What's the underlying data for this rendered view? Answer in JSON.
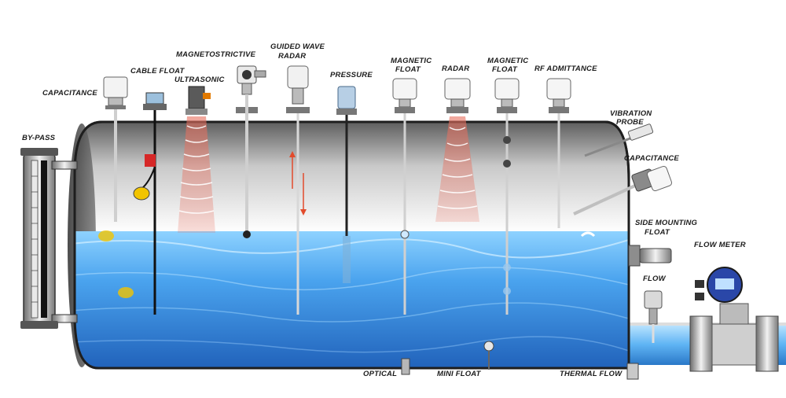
{
  "labels": {
    "bypass": "BY-PASS",
    "capacitance_top": "CAPACITANCE",
    "cable_float": "CABLE FLOAT",
    "magnetostrictive": "MAGNETOSTRICTIVE",
    "ultrasonic": "ULTRASONIC",
    "guided_wave_1": "GUIDED WAVE",
    "guided_wave_2": "RADAR",
    "pressure": "PRESSURE",
    "magnetic_float_1_a": "MAGNETIC",
    "magnetic_float_1_b": "FLOAT",
    "radar": "RADAR",
    "magnetic_float_2_a": "MAGNETIC",
    "magnetic_float_2_b": "FLOAT",
    "rf_admittance": "RF ADMITTANCE",
    "vibration_probe_1": "VIBRATION",
    "vibration_probe_2": "PROBE",
    "capacitance_side": "CAPACITANCE",
    "side_mounting_1": "SIDE MOUNTING",
    "side_mounting_2": "FLOAT",
    "flow_meter": "FLOW METER",
    "flow": "FLOW",
    "optical": "OPTICAL",
    "mini_float": "MINI FLOAT",
    "thermal_flow": "THERMAL FLOW"
  },
  "colors": {
    "tank_metal": "#9a9a9a",
    "liquid": "#2f7fd6",
    "beam": "#e8705f",
    "float": "#f2c400",
    "meter_face": "#2a47a8"
  }
}
